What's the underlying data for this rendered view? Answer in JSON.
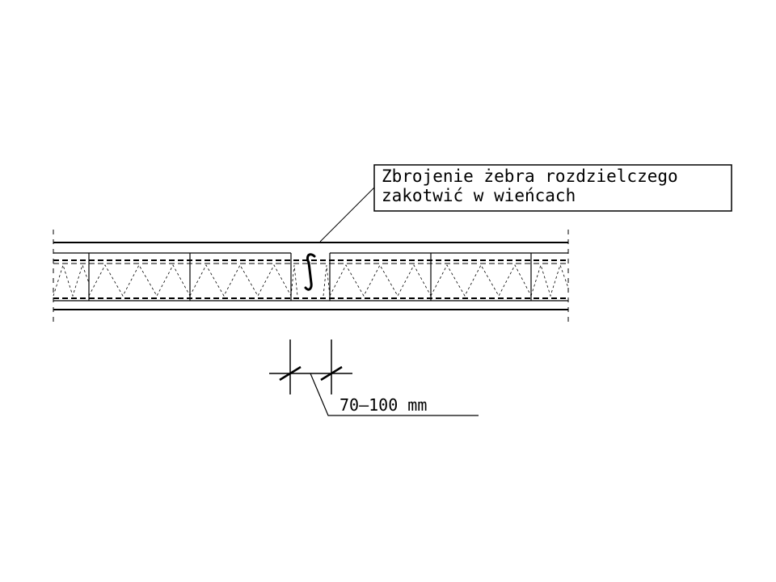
{
  "annotation": {
    "line1": "Zbrojenie żebra rozdzielczego",
    "line2": "zakotwić w wieńcach"
  },
  "dimension": {
    "label": "70—100 mm"
  },
  "colors": {
    "stroke": "#000000",
    "background": "#ffffff"
  }
}
